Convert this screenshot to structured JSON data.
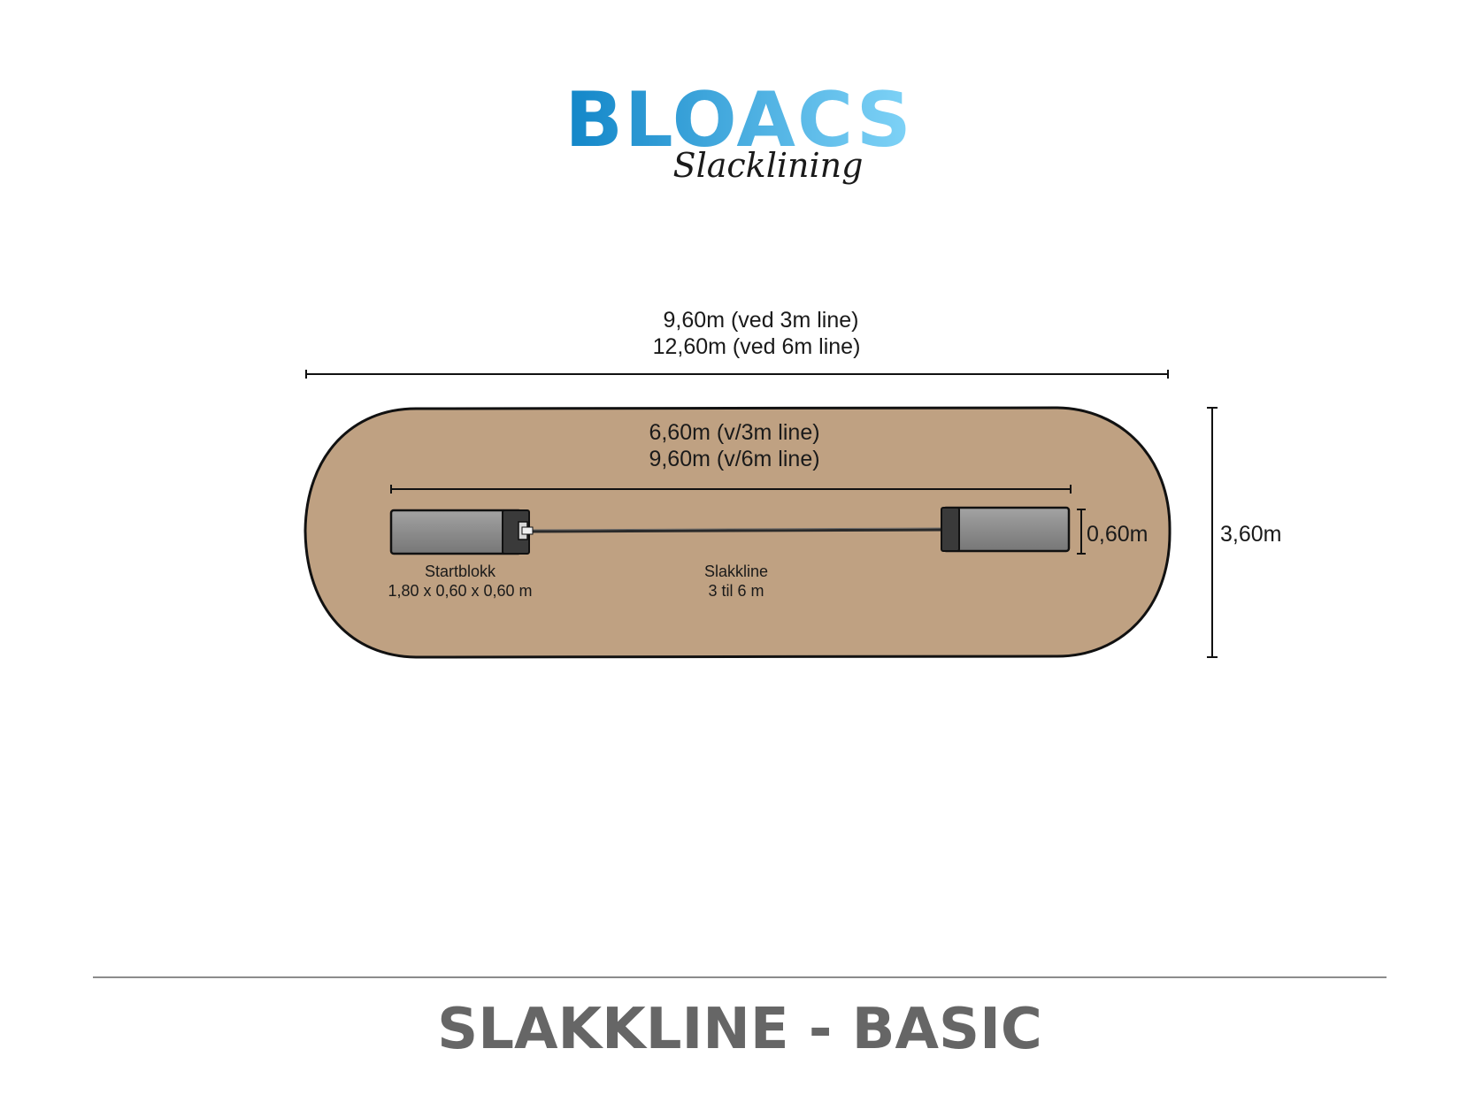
{
  "logo": {
    "brand": "BLOACS",
    "tagline": "Slacklining",
    "colors": {
      "brand_dark": "#1286c8",
      "brand_light": "#7fd3f7",
      "tagline": "#1a1a1a"
    }
  },
  "diagram": {
    "overall_length": {
      "line1": "9,60m (ved 3m line)",
      "line2": "12,60m (ved 6m line)"
    },
    "inner_length": {
      "line1": "6,60m (v/3m line)",
      "line2": "9,60m (v/6m line)"
    },
    "block_height": "0,60m",
    "overall_width": "3,60m",
    "start_block": {
      "name": "Startblokk",
      "size": "1,80 x 0,60 x 0,60 m"
    },
    "slackline": {
      "name": "Slakkline",
      "length": "3 til 6 m"
    },
    "colors": {
      "ground": "#bfa182",
      "ground_outline": "#111111",
      "block_fill": "#8e8e8e",
      "block_end": "#3a3a3a",
      "line": "#2a2a2a"
    }
  },
  "footer": {
    "title": "SLAKKLINE - BASIC",
    "title_color": "#666666",
    "rule_color": "#8c8c8c"
  }
}
